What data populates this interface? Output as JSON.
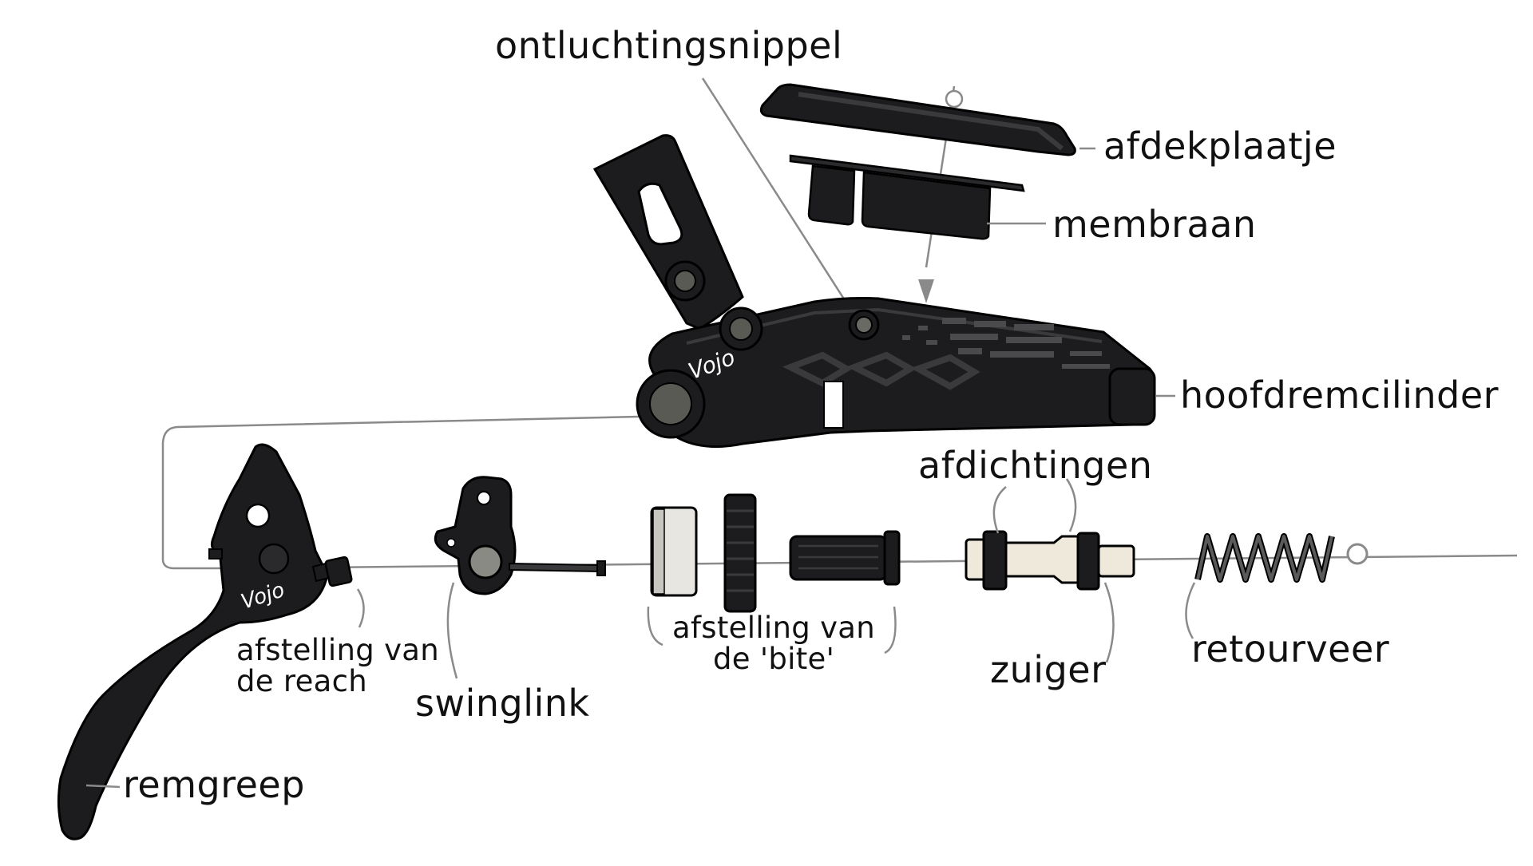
{
  "diagram": {
    "brand_text": "Vojo",
    "labels": {
      "ontluchtingsnippel": "ontluchtingsnippel",
      "afdekplaatje": "afdekplaatje",
      "membraan": "membraan",
      "hoofdremcilinder": "hoofdremcilinder",
      "afdichtingen": "afdichtingen",
      "afstelling_reach": "afstelling van\nde reach",
      "swinglink": "swinglink",
      "afstelling_bite": "afstelling van\nde 'bite'",
      "zuiger": "zuiger",
      "retourveer": "retourveer",
      "remgreep": "remgreep"
    },
    "colors": {
      "body": "#1c1c1e",
      "body_highlight": "#3a3a3d",
      "outline": "#000000",
      "leader_line": "#8a8a8a",
      "cream": "#efe9dc",
      "spring": "#4a4a4a"
    }
  }
}
